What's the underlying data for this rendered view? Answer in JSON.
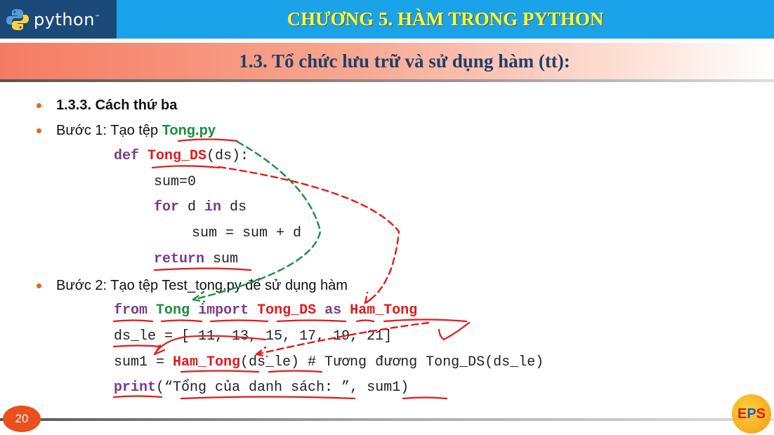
{
  "header": {
    "logo_text": "python",
    "logo_tm": "™",
    "chapter_title": "CHƯƠNG 5. HÀM TRONG PYTHON"
  },
  "section": {
    "title": "1.3. Tổ chức lưu trữ và sử dụng hàm (tt):"
  },
  "bullets": {
    "b1": "1.3.3. Cách thứ ba",
    "b2_prefix": "Bước 1: Tạo tệp ",
    "b2_file": "Tong.py",
    "b3": "Bước 2: Tạo tệp Test_tong.py để sử dụng hàm"
  },
  "code1": {
    "def_kw": "def",
    "func": "Tong_DS",
    "args": "(ds):",
    "line2": "sum=0",
    "for_kw": "for",
    "for_mid": " d ",
    "in_kw": "in",
    "for_end": " ds",
    "line4": "sum = sum + d",
    "return_kw": "return",
    "return_val": " sum"
  },
  "code2": {
    "from_kw": "from",
    "module": "Tong",
    "import_kw": "import",
    "func": "Tong_DS",
    "as_kw": "as",
    "alias": "Ham_Tong",
    "line2": "ds_le = [ 11, 13, 15, 17, 19, 21]",
    "l3_start": "sum1 = ",
    "l3_func": "Ham_Tong",
    "l3_args": "(ds_le)",
    "l3_comment": "    # Tương đương Tong_DS(ds_le)",
    "print_kw": "print",
    "print_args": "(“Tổng của danh sách: ”, sum1)"
  },
  "footer": {
    "page_number": "20",
    "badge_e": "E",
    "badge_p": "P",
    "badge_s": "S"
  },
  "colors": {
    "top_bar": "#1aa3e8",
    "logo_bg": "#1b4a7a",
    "chapter_title": "#ffff33",
    "section_title": "#1f3f66",
    "keyword": "#7a3c8c",
    "highlight_red": "#e31a1a",
    "highlight_green": "#1a8f3c",
    "bullet": "#e8641e"
  }
}
